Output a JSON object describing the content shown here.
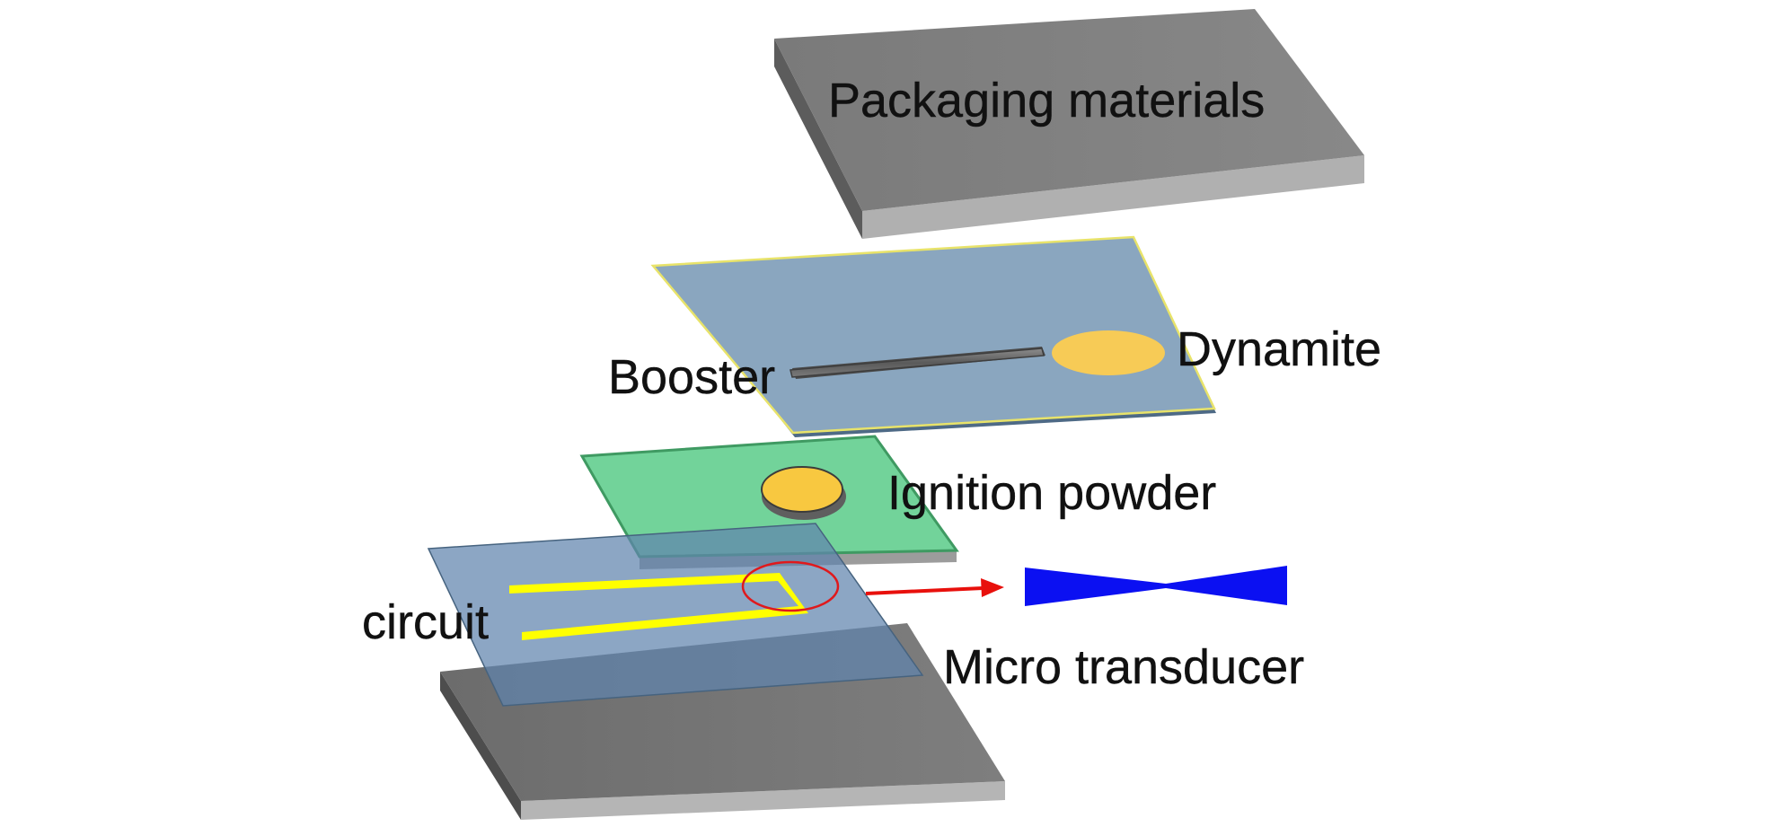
{
  "labels": {
    "packaging": "Packaging materials",
    "booster": "Booster",
    "dynamite": "Dynamite",
    "ignition": "Ignition powder",
    "circuit": "circuit",
    "micro_transducer": "Micro transducer"
  },
  "colors": {
    "packaging_top": "#7d7d7d",
    "packaging_side": "#a9a9a9",
    "charge_layer": "#8aa6bf",
    "charge_layer_edge": "#e8e36a",
    "ignition_layer": "#72d39a",
    "ignition_layer_edge": "#3f9a62",
    "circuit_layer": "#7d98b5",
    "trace": "#ffff00",
    "highlight_ring": "#e0191c",
    "arrow": "#e8100c",
    "transducer_shape": "#0b10f2",
    "charge_fill": "#f8c840"
  }
}
